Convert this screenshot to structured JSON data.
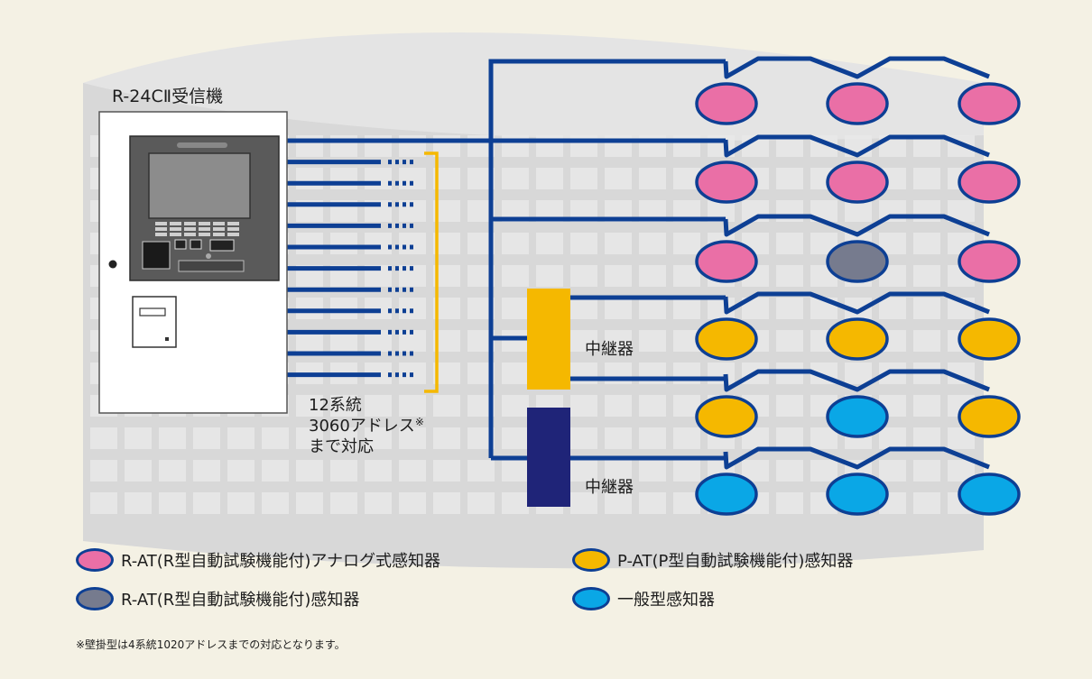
{
  "receiver": {
    "title": "R-24CⅡ受信機"
  },
  "system_note": {
    "line1": "12系統",
    "line2": "3060アドレス",
    "mark": "※",
    "line3": "まで対応"
  },
  "relays": [
    {
      "label": "中継器",
      "color": "#f5b800"
    },
    {
      "label": "中継器",
      "color": "#1f2478"
    }
  ],
  "detector_rows": [
    [
      "pink",
      "pink",
      "pink"
    ],
    [
      "pink",
      "pink",
      "pink"
    ],
    [
      "pink",
      "gray",
      "pink"
    ],
    [
      "yellow",
      "yellow",
      "yellow"
    ],
    [
      "yellow",
      "blue",
      "yellow"
    ],
    [
      "blue",
      "blue",
      "blue"
    ]
  ],
  "colors": {
    "pink": "#ea6fa6",
    "gray": "#767b8e",
    "yellow": "#f5b800",
    "blue": "#0aa7e6",
    "line": "#0d3f94",
    "bracket": "#f5b800"
  },
  "legend": [
    {
      "type": "pink",
      "label": "R-AT(R型自動試験機能付)アナログ式感知器"
    },
    {
      "type": "gray",
      "label": "R-AT(R型自動試験機能付)感知器"
    },
    {
      "type": "yellow",
      "label": "P-AT(P型自動試験機能付)感知器"
    },
    {
      "type": "blue",
      "label": "一般型感知器"
    }
  ],
  "footnote": "※壁掛型は4系統1020アドレスまでの対応となります。"
}
